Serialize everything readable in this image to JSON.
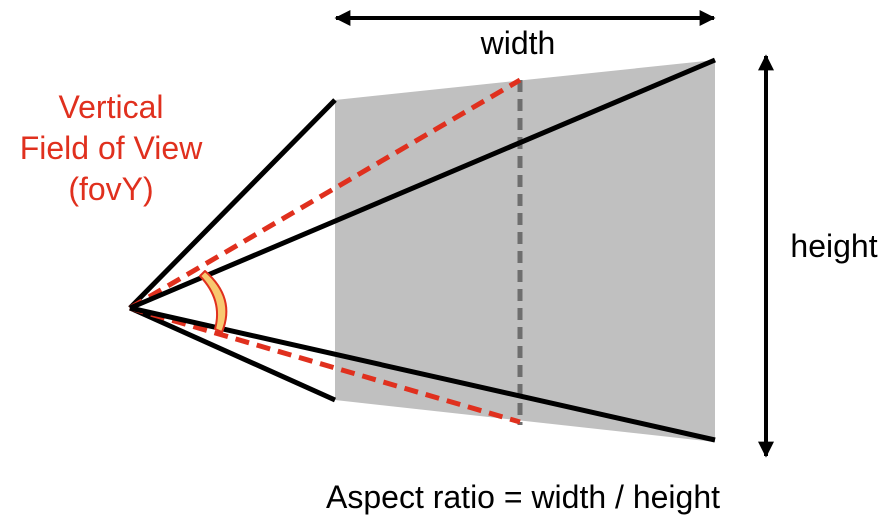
{
  "labels": {
    "width": "width",
    "height": "height",
    "fov_line1": "Vertical",
    "fov_line2": "Field of View",
    "fov_line3": "(fovY)",
    "aspect_ratio": "Aspect ratio = width / height"
  },
  "colors": {
    "frustum_fill": "#c0c0c0",
    "lines": "#000000",
    "fov_dashed": "#e0301e",
    "mid_dashed": "#6e6e6e",
    "fov_text": "#e0301e",
    "arc_fill": "#f8c870",
    "arc_stroke": "#e0301e"
  }
}
